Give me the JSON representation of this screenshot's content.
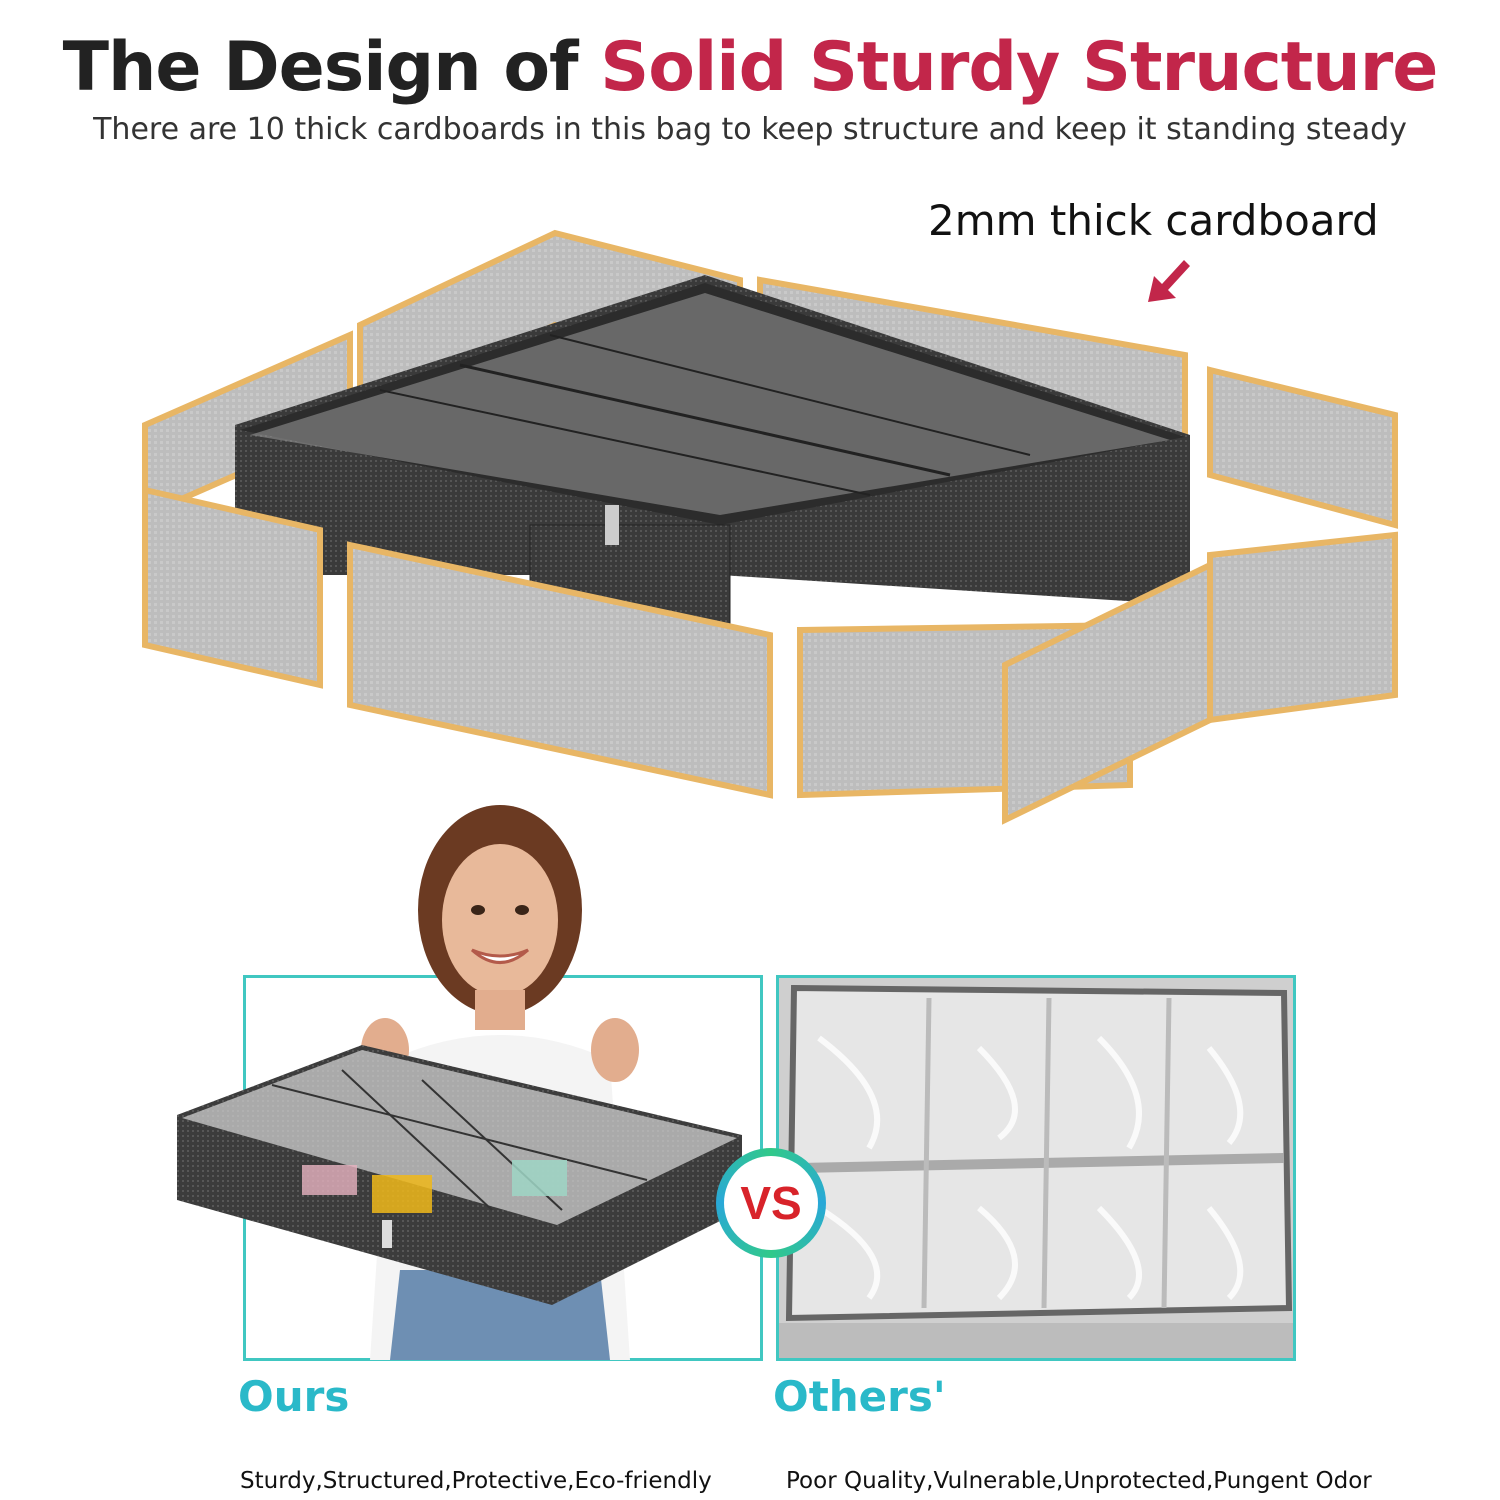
{
  "header": {
    "title_part1": "The Design of ",
    "title_highlight": "Solid Sturdy Structure",
    "subtitle": "There are 10 thick cardboards in this bag to keep structure and keep it standing steady"
  },
  "callout": {
    "text": "2mm thick cardboard"
  },
  "comparison": {
    "vs_text": "VS",
    "ours": {
      "label": "Ours",
      "description": "Sturdy,Structured,Protective,Eco-friendly"
    },
    "others": {
      "label": "Others'",
      "description": "Poor Quality,Vulnerable,Unprotected,Pungent Odor"
    }
  },
  "colors": {
    "highlight": "#c2264a",
    "accent_teal": "#2ab9c9",
    "panel_border": "#40c7c1",
    "vs_red": "#d8232a",
    "cardboard_edge": "#e8b665",
    "board_gray": "#b8b8b8",
    "bag_dark": "#3b3b3b"
  }
}
